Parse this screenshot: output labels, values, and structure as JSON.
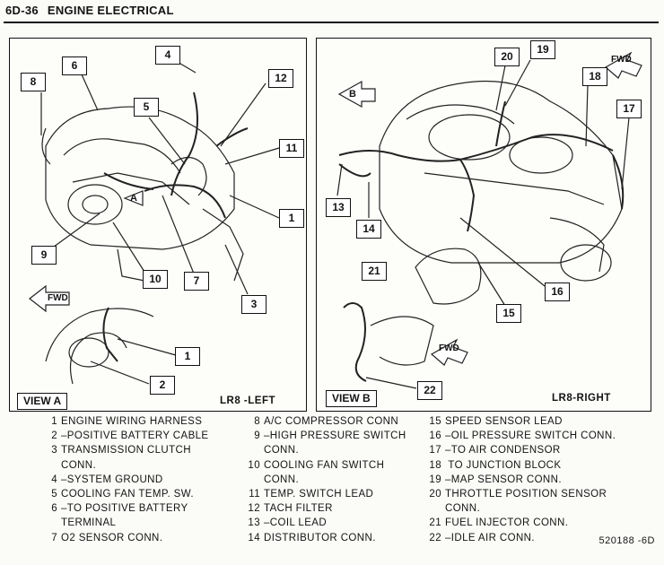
{
  "header": {
    "page": "6D-36",
    "section": "ENGINE ELECTRICAL"
  },
  "left_panel": {
    "view_label": "VIEW A",
    "caption": "LR8 -LEFT",
    "fwd_label": "FWD",
    "arrow_label": "A",
    "callouts": [
      "8",
      "6",
      "4",
      "12",
      "5",
      "11",
      "1",
      "9",
      "10",
      "7",
      "3",
      "1",
      "2"
    ]
  },
  "right_panel": {
    "view_label": "VIEW B",
    "caption": "LR8-RIGHT",
    "fwd_label_top": "FWD",
    "fwd_label_bottom": "FWD",
    "arrow_label": "B",
    "callouts": [
      "20",
      "19",
      "18",
      "17",
      "13",
      "14",
      "16",
      "15",
      "21",
      "22"
    ]
  },
  "legend": {
    "col1": [
      {
        "num": "1",
        "text": "ENGINE WIRING HARNESS"
      },
      {
        "num": "2",
        "text": "–POSITIVE BATTERY CABLE"
      },
      {
        "num": "3",
        "text": "TRANSMISSION CLUTCH"
      },
      {
        "num": "",
        "text": "CONN."
      },
      {
        "num": "4",
        "text": "–SYSTEM GROUND"
      },
      {
        "num": "5",
        "text": "COOLING FAN  TEMP.  SW."
      },
      {
        "num": "6",
        "text": "–TO POSITIVE BATTERY"
      },
      {
        "num": "",
        "text": "TERMINAL"
      },
      {
        "num": "7",
        "text": "O2 SENSOR CONN."
      }
    ],
    "col2": [
      {
        "num": "8",
        "text": "A/C COMPRESSOR CONN"
      },
      {
        "num": "9",
        "text": "–HIGH PRESSURE SWITCH"
      },
      {
        "num": "",
        "text": "CONN."
      },
      {
        "num": "10",
        "text": "COOLING FAN SWITCH"
      },
      {
        "num": "",
        "text": "CONN."
      },
      {
        "num": "11",
        "text": "TEMP. SWITCH LEAD"
      },
      {
        "num": "12",
        "text": "TACH FILTER"
      },
      {
        "num": "13",
        "text": "–COIL LEAD"
      },
      {
        "num": "14",
        "text": "DISTRIBUTOR CONN."
      }
    ],
    "col3": [
      {
        "num": "15",
        "text": "SPEED SENSOR LEAD"
      },
      {
        "num": "16",
        "text": "–OIL PRESSURE SWITCH CONN."
      },
      {
        "num": "17",
        "text": "–TO AIR CONDENSOR"
      },
      {
        "num": "18",
        "text": " TO JUNCTION BLOCK"
      },
      {
        "num": "19",
        "text": "–MAP SENSOR CONN."
      },
      {
        "num": "20",
        "text": "THROTTLE POSITION SENSOR"
      },
      {
        "num": "",
        "text": "CONN."
      },
      {
        "num": "21",
        "text": "FUEL INJECTOR CONN."
      },
      {
        "num": "22",
        "text": "–IDLE AIR CONN."
      }
    ]
  },
  "figure_code": "520188 -6D"
}
